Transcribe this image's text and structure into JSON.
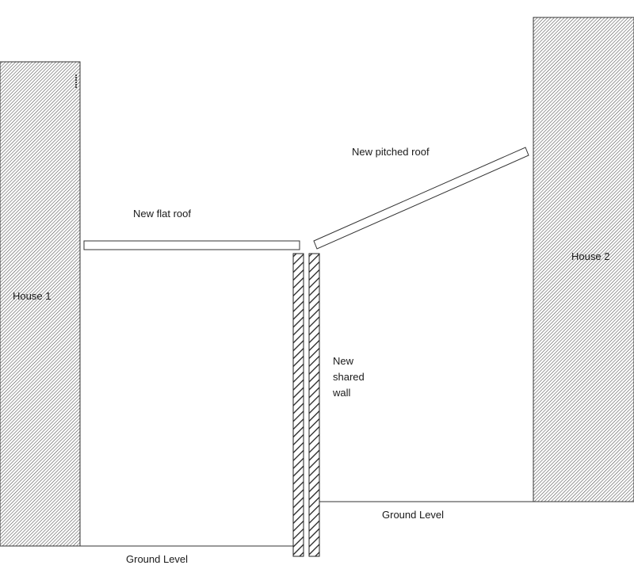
{
  "diagram": {
    "labels": {
      "house1": "House 1",
      "house2": "House 2",
      "flat_roof": "New flat roof",
      "pitched_roof": "New pitched roof",
      "shared_wall_line1": "New",
      "shared_wall_line2": "shared",
      "shared_wall_line3": "wall",
      "ground_left": "Ground Level",
      "ground_right": "Ground Level"
    },
    "colors": {
      "hatch": "#4a4a4a",
      "outline": "#333333",
      "background": "#ffffff"
    }
  }
}
